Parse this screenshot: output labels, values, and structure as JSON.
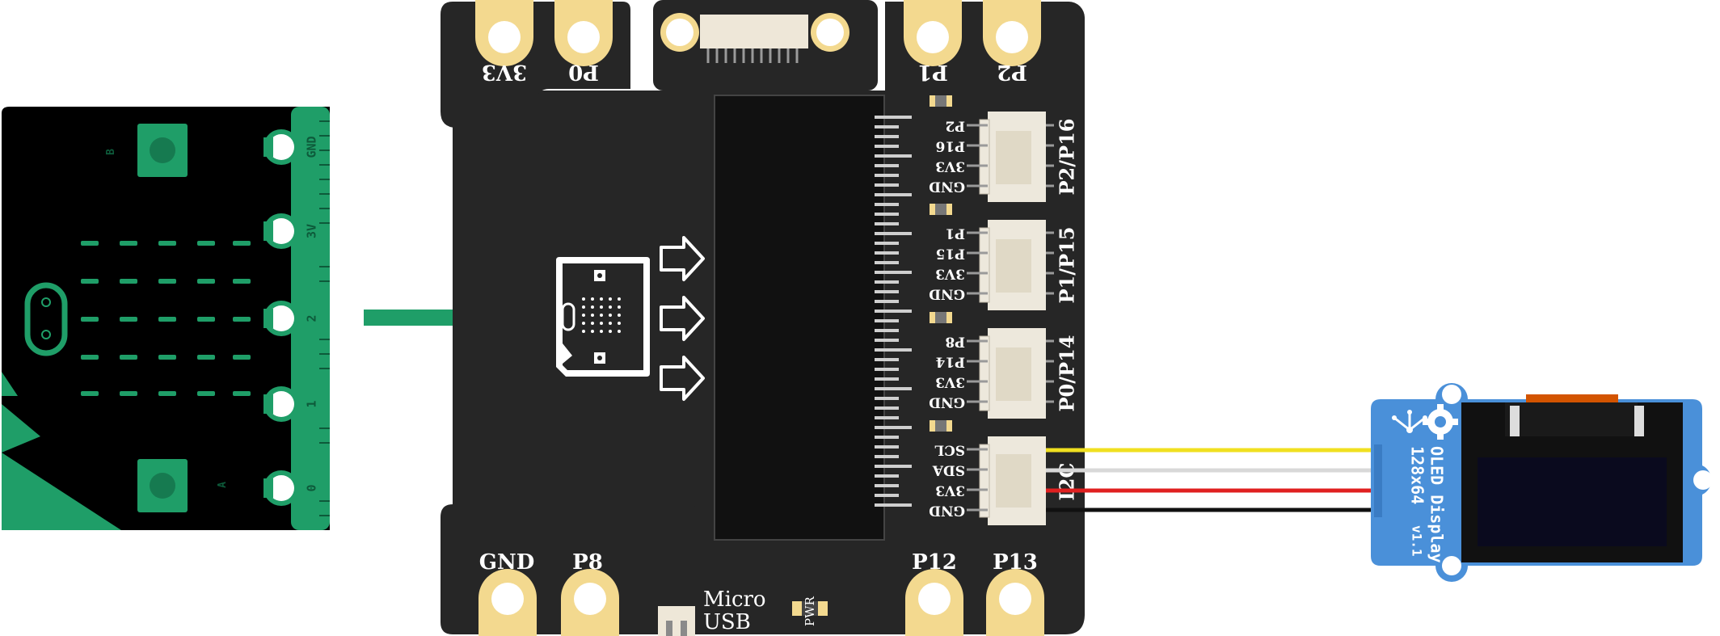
{
  "microbit": {
    "button_b": "B",
    "button_a": "A",
    "edge_pins": [
      "GND",
      "3V",
      "2",
      "1",
      "0"
    ]
  },
  "expansion_board": {
    "top_pins": {
      "left": [
        "3V3",
        "P0"
      ],
      "right": [
        "P1",
        "P2"
      ]
    },
    "bottom_pins": {
      "left": [
        "GND",
        "P8"
      ],
      "right": [
        "P12",
        "P13"
      ]
    },
    "micro_usb": [
      "Micro",
      "USB"
    ],
    "pwr_led": "PWR",
    "connectors": [
      {
        "name": "P2/P16",
        "pins": [
          "P2",
          "P16",
          "3V3",
          "GND"
        ]
      },
      {
        "name": "P1/P15",
        "pins": [
          "P1",
          "P15",
          "3V3",
          "GND"
        ]
      },
      {
        "name": "P0/P14",
        "pins": [
          "P8",
          "P14",
          "3V3",
          "GND"
        ]
      },
      {
        "name": "I2C",
        "pins": [
          "SCL",
          "SDA",
          "3V3",
          "GND"
        ]
      }
    ]
  },
  "oled_module": {
    "title": "OLED Display",
    "resolution": "128x64",
    "version": "v1.1"
  },
  "colors": {
    "board": "#262626",
    "pad": "#f3d98f",
    "microbit_green": "#1f9e68",
    "oled_blue": "#4a90d9",
    "wire_scl": "#f0e020",
    "wire_sda": "#d8d8d8",
    "wire_vcc": "#e02020",
    "wire_gnd": "#111111",
    "connector": "#ede8dc"
  }
}
